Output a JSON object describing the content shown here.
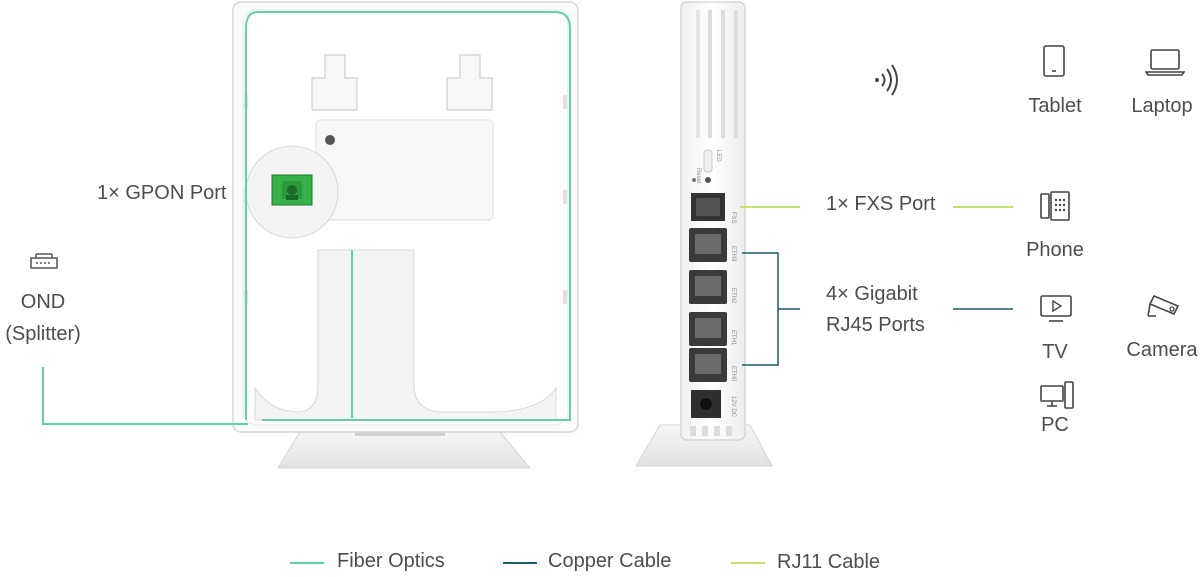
{
  "labels": {
    "gpon": "1× GPON Port",
    "ond_line1": "OND",
    "ond_line2": "(Splitter)",
    "fxs": "1× FXS Port",
    "gigabit_line1": "4× Gigabit",
    "gigabit_line2": "RJ45 Ports"
  },
  "devices": {
    "tablet": "Tablet",
    "laptop": "Laptop",
    "phone": "Phone",
    "tv": "TV",
    "camera": "Camera",
    "pc": "PC"
  },
  "device_port_labels": {
    "fxs": "FXS",
    "eth3": "ETH3",
    "eth2": "ETH2",
    "eth1": "ETH1",
    "eth0": "ETH0",
    "reset": "Reset",
    "led": "LED",
    "power": "12V DC"
  },
  "legend": [
    {
      "label": "Fiber Optics",
      "color": "#5fd3a8"
    },
    {
      "label": "Copper Cable",
      "color": "#1f5c63"
    },
    {
      "label": "RJ11 Cable",
      "color": "#c3e36a"
    }
  ],
  "colors": {
    "fiber": "#5fd3a8",
    "copper": "#1f5c63",
    "rj11": "#c3e36a",
    "gpon_green": "#35b34a"
  }
}
